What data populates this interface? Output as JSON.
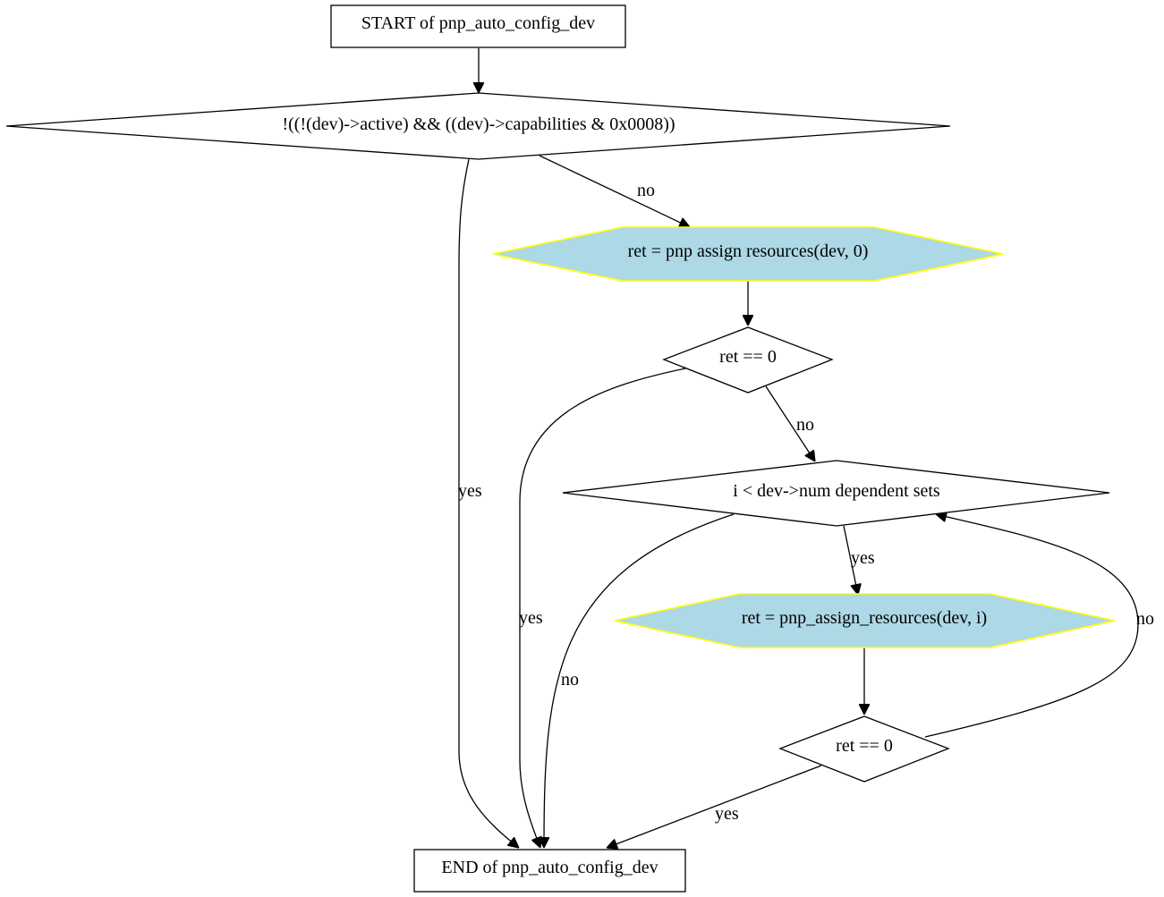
{
  "colors": {
    "action_fill": "#add8e6",
    "action_stroke": "#ffff00",
    "line": "#000000",
    "background": "#ffffff"
  },
  "nodes": {
    "start": "START of pnp_auto_config_dev",
    "cond_active": "!((!(dev)->active) && ((dev)->capabilities & 0x0008))",
    "assign_zero": "ret = pnp  assign  resources(dev, 0)",
    "ret_check_1": "ret == 0",
    "loop_cond": "i < dev->num  dependent  sets",
    "assign_i": "ret = pnp_assign_resources(dev, i)",
    "ret_check_2": "ret == 0",
    "end": "END of pnp_auto_config_dev"
  },
  "edges": {
    "cond_active_yes": "yes",
    "cond_active_no": "no",
    "ret_check_1_yes": "yes",
    "ret_check_1_no": "no",
    "loop_cond_yes": "yes",
    "loop_cond_no": "no",
    "ret_check_2_yes": "yes",
    "ret_check_2_no": "no"
  }
}
